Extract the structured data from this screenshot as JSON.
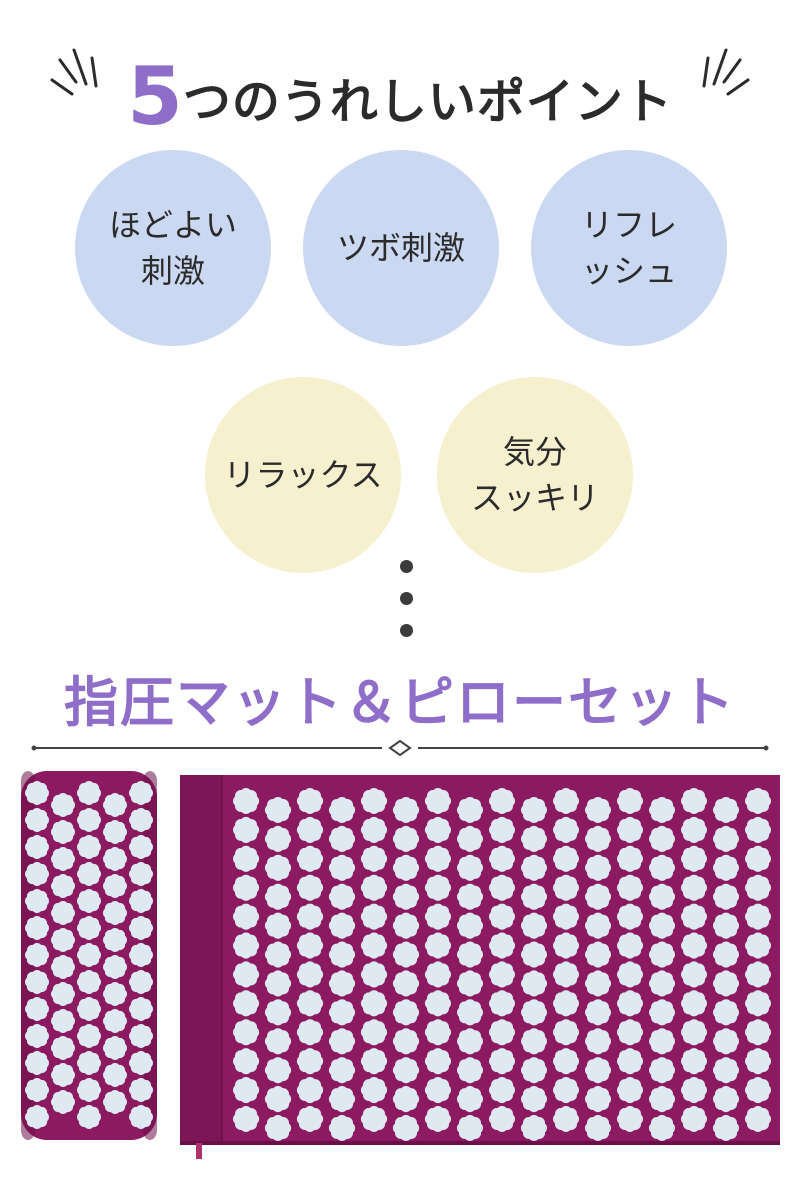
{
  "headline": {
    "number": "5",
    "rest": "つのうれしいポイント"
  },
  "points": [
    {
      "lines": [
        "ほどよい",
        "刺激"
      ],
      "tone": "blue"
    },
    {
      "lines": [
        "ツボ刺激"
      ],
      "tone": "blue"
    },
    {
      "lines": [
        "リフレ",
        "ッシュ"
      ],
      "tone": "blue"
    },
    {
      "lines": [
        "リラックス"
      ],
      "tone": "cream"
    },
    {
      "lines": [
        "気分",
        "スッキリ"
      ],
      "tone": "cream"
    }
  ],
  "product": {
    "title": "指圧マット＆ピローセット"
  },
  "colors": {
    "accent": "#8e6ec8",
    "circle_blue": "#cbd8f1",
    "circle_cream": "#f6f0cf",
    "mat_fabric": "#8b1a60",
    "spike": "#dfe9f2"
  }
}
